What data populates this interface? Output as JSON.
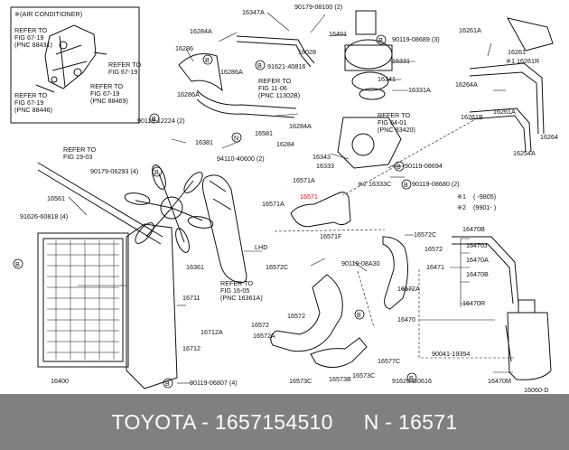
{
  "diagram": {
    "inset_title": "※(AIR CONDITIONER)",
    "inset_refs": [
      {
        "lines": [
          "REFER TO",
          "FIG 67-19",
          "(PNC 88431)"
        ]
      },
      {
        "lines": [
          "REFER TO",
          "FIG 67-19"
        ]
      },
      {
        "lines": [
          "REFER TO",
          "FIG 67-19",
          "(PNC 88446)"
        ]
      },
      {
        "lines": [
          "REFER TO",
          "FIG 67-19",
          "(PNC 88469)"
        ]
      }
    ],
    "notes": [
      {
        "lines": [
          "REFER TO",
          "FIG 11-06",
          "(PNC 11302B)"
        ]
      },
      {
        "lines": [
          "REFER TO",
          "FIG 19-03"
        ]
      },
      {
        "lines": [
          "REFER TO",
          "FIG 64-01",
          "(PNC 83420)"
        ]
      },
      {
        "lines": [
          "REFER TO",
          "FIG 16-05",
          "(PNC 16361A)"
        ]
      }
    ],
    "parts": [
      "16347A",
      "90179-08100 (2)",
      "16284A",
      "16286",
      "16028",
      "16286A",
      "91621-40816",
      "16286A",
      "16581",
      "16284",
      "16284A",
      "16381",
      "94110-40600 (2)",
      "90179-06293 (4)",
      "16561",
      "91626-60818 (4)",
      "16401",
      "90119-08689 (3)",
      "16331",
      "16341",
      "16331A",
      "16261B",
      "16261A",
      "16261",
      "※1 16261R",
      "16264A",
      "16261A",
      "16264",
      "16254A",
      "16343",
      "16333",
      "90119-08694",
      "※2 16333C",
      "90119-08680 (2)",
      "16571A",
      "16571",
      "16571A",
      "16571F",
      "16361",
      "16711",
      "16712A",
      "16712",
      "90119-06807 (4)",
      "16400",
      "16572C",
      "16572",
      "90119-08A30",
      "16572",
      "16572A",
      "16573B",
      "16573C",
      "16573C",
      "16572C",
      "16572",
      "16572A",
      "16577C",
      "91626-G0616",
      "16471",
      "16470B",
      "16470J",
      "16470A",
      "16470B",
      "16470R",
      "16470",
      "90041-19354",
      "16470M",
      "16060-D",
      "90119-12224 (2)",
      "LHD"
    ],
    "highlight": "16571",
    "legend": [
      {
        "mark": "※1",
        "range": "( -9805)"
      },
      {
        "mark": "※2",
        "range": "(9901- )"
      }
    ],
    "b_marker": "B",
    "n_marker": "N"
  },
  "footer": {
    "brand": "TOYOTA - 1657154510",
    "part": "N - 16571"
  }
}
